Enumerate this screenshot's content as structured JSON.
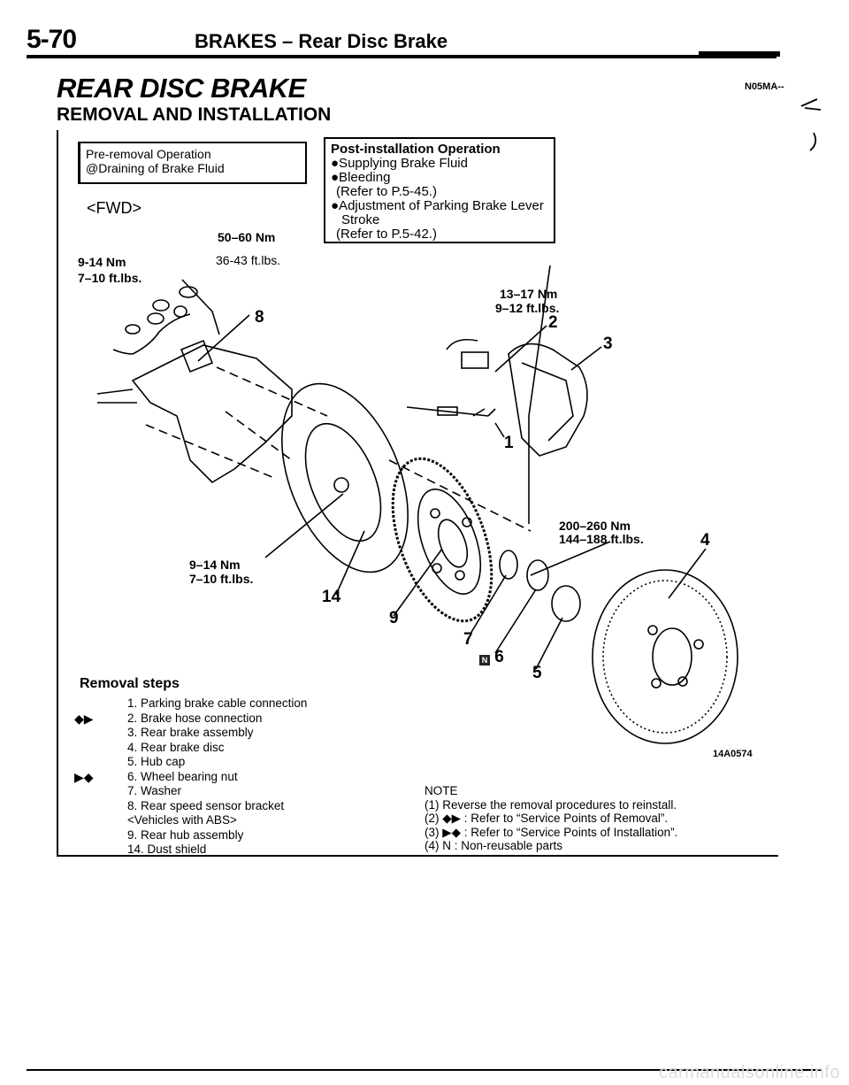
{
  "header": {
    "page_number": "5-70",
    "title": "BRAKES – Rear Disc Brake"
  },
  "section": {
    "title": "REAR DISC BRAKE",
    "code": "N05MA--",
    "subtitle": "REMOVAL AND INSTALLATION"
  },
  "pre_removal": {
    "title": "Pre-removal Operation",
    "items": [
      "@Draining of Brake Fluid"
    ]
  },
  "post_installation": {
    "title": "Post-installation Operation",
    "items": [
      "●Supplying Brake Fluid",
      "●Bleeding",
      "(Refer to P.5-45.)",
      "●Adjustment of Parking Brake Lever",
      "Stroke",
      "(Refer to P.5-42.)"
    ]
  },
  "diagram": {
    "forward_label": "<FWD>",
    "torques": {
      "t1": {
        "nm": "50–60 Nm",
        "ft": "36-43 ft.lbs."
      },
      "t2": {
        "nm": "9-14 Nm",
        "ft": "7–10 ft.lbs."
      },
      "t3": {
        "nm": "13–17 Nm",
        "ft": "9–12 ft.lbs."
      },
      "t4": {
        "nm": "200–260 Nm",
        "ft": "144–188 ft.lbs."
      },
      "t5": {
        "nm": "9–14 Nm",
        "ft": "7–10 ft.lbs."
      }
    },
    "callouts": [
      "8",
      "2",
      "3",
      "1",
      "4",
      "14",
      "9",
      "7",
      "6",
      "5"
    ],
    "figure_code": "14A0574"
  },
  "removal_steps": {
    "title": "Removal steps",
    "items": [
      {
        "marker": "",
        "text": "1. Parking brake cable connection"
      },
      {
        "marker": "◆▶",
        "text": "2. Brake hose connection"
      },
      {
        "marker": "",
        "text": "3. Rear brake assembly"
      },
      {
        "marker": "",
        "text": "4. Rear brake disc"
      },
      {
        "marker": "",
        "text": "5. Hub cap"
      },
      {
        "marker": "▶◆",
        "text": "6. Wheel bearing nut"
      },
      {
        "marker": "",
        "text": "7. Washer"
      },
      {
        "marker": "",
        "text": "8. Rear speed sensor bracket"
      },
      {
        "marker": "",
        "text": "<Vehicles with ABS>"
      },
      {
        "marker": "",
        "text": "9. Rear hub assembly"
      },
      {
        "marker": "",
        "text": "14. Dust shield"
      }
    ]
  },
  "notes": {
    "title": "NOTE",
    "items": [
      "(1) Reverse the removal procedures to reinstall.",
      "(2) ◆▶ : Refer to “Service Points of Removal”.",
      "(3) ▶◆ : Refer to “Service Points of Installation”.",
      "(4) N : Non-reusable parts"
    ]
  },
  "watermark": "carmanualsonline.info"
}
